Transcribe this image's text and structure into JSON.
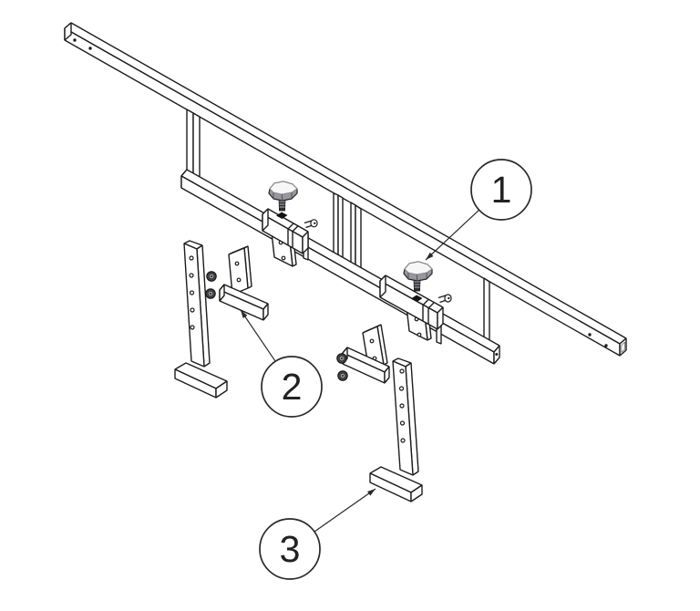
{
  "diagram": {
    "callouts": [
      {
        "label": "1"
      },
      {
        "label": "2"
      },
      {
        "label": "3"
      }
    ],
    "colors": {
      "background": "#ffffff",
      "line": "#1c1c1c",
      "knob_side_gray": "#97979d",
      "knob_top_gray": "#f7f7f8",
      "hardware_dark": "#46464b"
    }
  }
}
